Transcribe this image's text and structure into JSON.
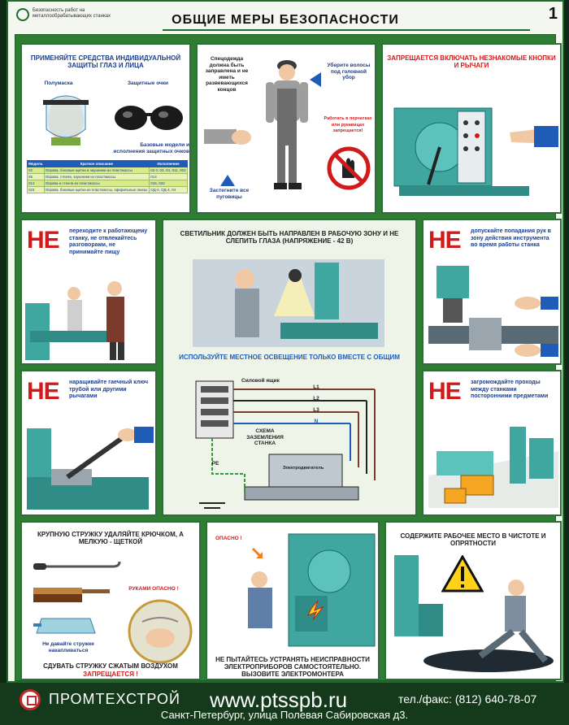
{
  "header": {
    "org_line": "Безопасность работ на металлообрабатывающих станках",
    "title": "ОБЩИЕ МЕРЫ БЕЗОПАСНОСТИ",
    "sheet_number": "1"
  },
  "panels": {
    "ppe": {
      "title": "ПРИМЕНЯЙТЕ СРЕДСТВА ИНДИВИДУАЛЬНОЙ ЗАЩИТЫ ГЛАЗ И ЛИЦА",
      "label_mask": "Полумаска",
      "label_goggles": "Защитные очки",
      "note": "Базовые модели и исполнения защитных очков",
      "table": {
        "headers": [
          "Модель",
          "Краткое описание",
          "Исполнение"
        ],
        "rows": [
          [
            "02",
            "Оправа, боковые щитки и заушники из пластмассы",
            "02-У, 03, 04, 011, 002"
          ],
          [
            "05",
            "Оправа, стекла, заушники из пластмассы",
            "014"
          ],
          [
            "012",
            "Оправа и стекла из пластмассы",
            "016, 022"
          ],
          [
            "024",
            "Оправа, боковые щитки из пластмассы, эфирильные линзы",
            "ОД-4, ОД-4, 04"
          ]
        ]
      }
    },
    "clothing": {
      "text_main": "Спецодежда должна быть заправлена и не иметь развевающихся концов",
      "text_hair": "Уберите волосы под головной убор",
      "text_gloves": "Работать в перчатках или рукавицах запрещается!",
      "text_buttons": "Застегните все пуговицы"
    },
    "buttons": {
      "title": "ЗАПРЕЩАЕТСЯ ВКЛЮЧАТЬ НЕЗНАКОМЫЕ КНОПКИ И РЫЧАГИ"
    },
    "distract": {
      "ne": "НЕ",
      "text": "переходите к работающему станку, не отвлекайтесь разговорами, не принимайте пищу"
    },
    "lamp": {
      "title": "СВЕТИЛЬНИК ДОЛЖЕН БЫТЬ НАПРАВЛЕН В РАБОЧУЮ ЗОНУ И НЕ СЛЕПИТЬ ГЛАЗА (НАПРЯЖЕНИЕ - 42 В)",
      "subtitle": "ИСПОЛЬЗУЙТЕ МЕСТНОЕ ОСВЕЩЕНИЕ ТОЛЬКО ВМЕСТЕ С ОБЩИМ",
      "label_box": "Силовой ящик",
      "line_l1": "L1",
      "line_l2": "L2",
      "line_l3": "L3",
      "line_n": "N",
      "label_scheme": "СХЕМА ЗАЗЕМЛЕНИЯ СТАНКА",
      "label_pe": "PE",
      "label_motor": "Электродвигатель"
    },
    "hands": {
      "ne": "НЕ",
      "text": "допускайте попадания рук в зону действия инструмента во время работы станка"
    },
    "wrench": {
      "ne": "НЕ",
      "text": "наращивайте гаечный ключ трубой или другими рычагами"
    },
    "aisles": {
      "ne": "НЕ",
      "text": "загромождайте проходы между станками посторонними предметами"
    },
    "chips": {
      "title": "КРУПНУЮ СТРУЖКУ УДАЛЯЙТЕ КРЮЧКОМ, А МЕЛКУЮ - ЩЕТКОЙ",
      "danger": "РУКАМИ ОПАСНО !",
      "note": "Не давайте стружке накапливаться",
      "bottom": "СДУВАТЬ СТРУЖКУ СЖАТЫМ ВОЗДУХОМ",
      "bottom_red": "ЗАПРЕЩАЕТСЯ !"
    },
    "electric": {
      "danger": "ОПАСНО !",
      "text": "НЕ ПЫТАЙТЕСЬ УСТРАНЯТЬ НЕИСПРАВНОСТИ ЭЛЕКТРОПРИБОРОВ САМОСТОЯТЕЛЬНО. ВЫЗОВИТЕ ЭЛЕКТРОМОНТЕРА"
    },
    "tidy": {
      "title": "СОДЕРЖИТЕ РАБОЧЕЕ МЕСТО В ЧИСТОТЕ И ОПРЯТНОСТИ"
    }
  },
  "footer": {
    "company": "ПРОМТЕХСТРОЙ",
    "website": "www.ptsspb.ru",
    "phone": "тел./факс: (812) 640-78-07",
    "address": "Санкт-Петербург, улица Полевая Сабировская д3."
  },
  "colors": {
    "frame_green": "#2e7d32",
    "accent_blue": "#1b3f8f",
    "warning_red": "#d21a1a",
    "machine_teal": "#3fa7a0"
  }
}
